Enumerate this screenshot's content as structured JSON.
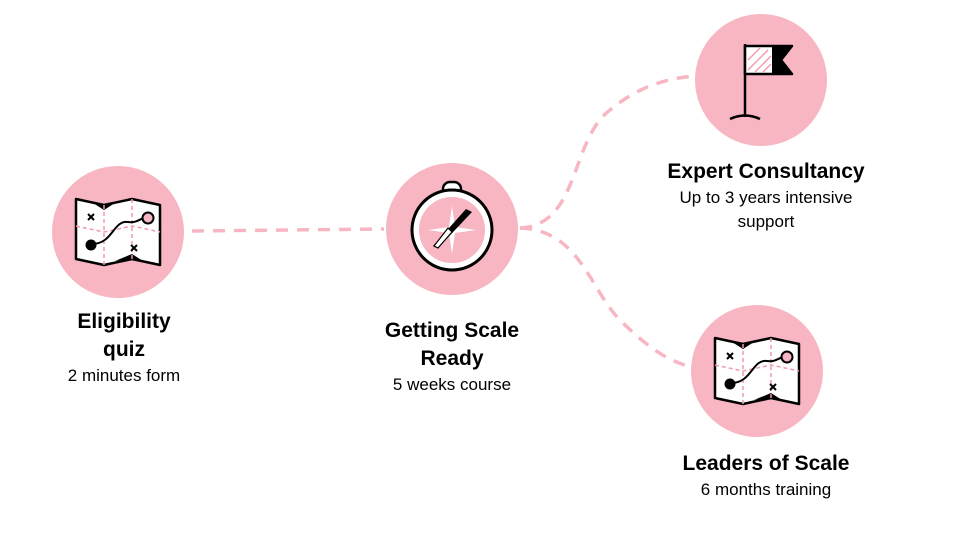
{
  "colors": {
    "circle": "#f7b6c2",
    "dash": "#f7b6c2",
    "accent": "#f29aae"
  },
  "nodes": [
    {
      "title": "Eligibility quiz",
      "title_lines": [
        "Eligibility",
        "quiz"
      ],
      "subtitle": "2 minutes form",
      "icon": "map-icon"
    },
    {
      "title": "Getting Scale Ready",
      "title_lines": [
        "Getting Scale",
        "Ready"
      ],
      "subtitle": "5 weeks course",
      "icon": "compass-icon"
    },
    {
      "title": "Expert Consultancy",
      "title_lines": [
        "Expert Consultancy"
      ],
      "subtitle_lines": [
        "Up to 3 years intensive",
        "support"
      ],
      "icon": "flag-icon"
    },
    {
      "title": "Leaders of Scale",
      "title_lines": [
        "Leaders of Scale"
      ],
      "subtitle": "6 months training",
      "icon": "map-icon"
    }
  ]
}
